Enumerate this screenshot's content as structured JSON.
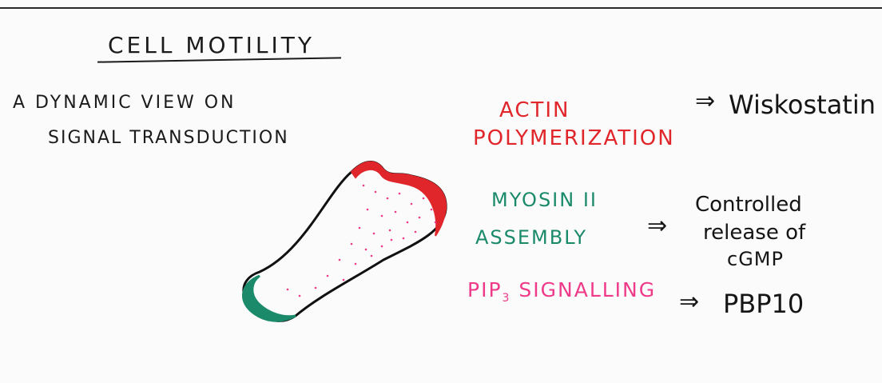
{
  "title": "CELL MOTILITY",
  "subtitle": {
    "line1": "A DYNAMIC VIEW   ON",
    "line2": "SIGNAL TRANSDUCTION"
  },
  "processes": [
    {
      "line1": "ACTIN",
      "line2": "POLYMERIZATION",
      "color": "#e0262b",
      "outcome": [
        "Wiskostatin"
      ]
    },
    {
      "line1": "MYOSIN II",
      "line2": "ASSEMBLY",
      "color": "#1a8a6a",
      "outcome": [
        "Controlled",
        "release of",
        "cGMP"
      ]
    },
    {
      "line1": "PIP",
      "line1_sub": "3",
      "line1_rest": " SIGNALLING",
      "color": "#ef3a8a",
      "outcome": [
        "PBP10"
      ]
    }
  ],
  "arrow_symbol": "⇒",
  "colors": {
    "ink": "#151515",
    "actin": "#e0262b",
    "myosin": "#1a8a6a",
    "pip": "#ef3a8a"
  }
}
